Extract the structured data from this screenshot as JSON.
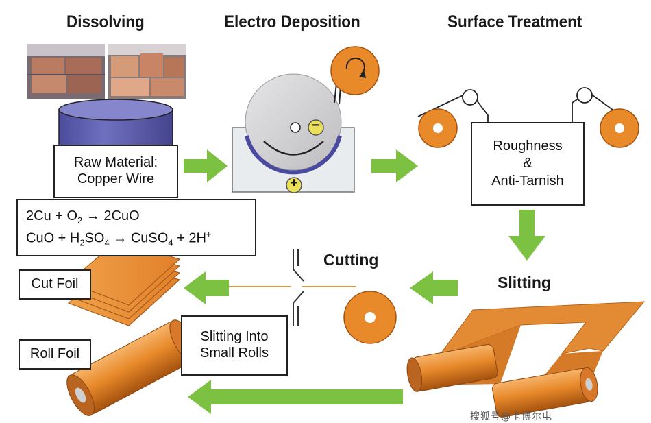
{
  "stages": {
    "dissolving": "Dissolving",
    "electro_deposition": "Electro Deposition",
    "surface_treatment": "Surface Treatment",
    "cutting": "Cutting",
    "slitting": "Slitting"
  },
  "raw_material": {
    "line1": "Raw Material:",
    "line2": "Copper Wire"
  },
  "reactions": {
    "r1": {
      "left": "2Cu + O",
      "left_sub": "2",
      "arrow": "→",
      "right": "2CuO"
    },
    "r2": {
      "a": "CuO + H",
      "a_sub": "2",
      "b": "SO",
      "b_sub": "4",
      "arrow": "→",
      "c": "CuSO",
      "c_sub": "4",
      "d": " + 2H",
      "d_sup": "+"
    }
  },
  "treatment": {
    "line1": "Roughness",
    "line2": "&",
    "line3": "Anti-Tarnish"
  },
  "cut_foil": "Cut Foil",
  "roll_foil": "Roll Foil",
  "small_rolls": {
    "line1": "Slitting Into",
    "line2": "Small Rolls"
  },
  "electrode": {
    "cathode": "−",
    "anode": "+"
  },
  "watermark": "搜狐号@卡博尔电",
  "colors": {
    "copper": "#e8892a",
    "copper_dark": "#c8641a",
    "arrow_green": "#7dc142",
    "tank": "#5a5aa8",
    "drum": "#cfcfd1",
    "bath": "#e9ecef"
  }
}
